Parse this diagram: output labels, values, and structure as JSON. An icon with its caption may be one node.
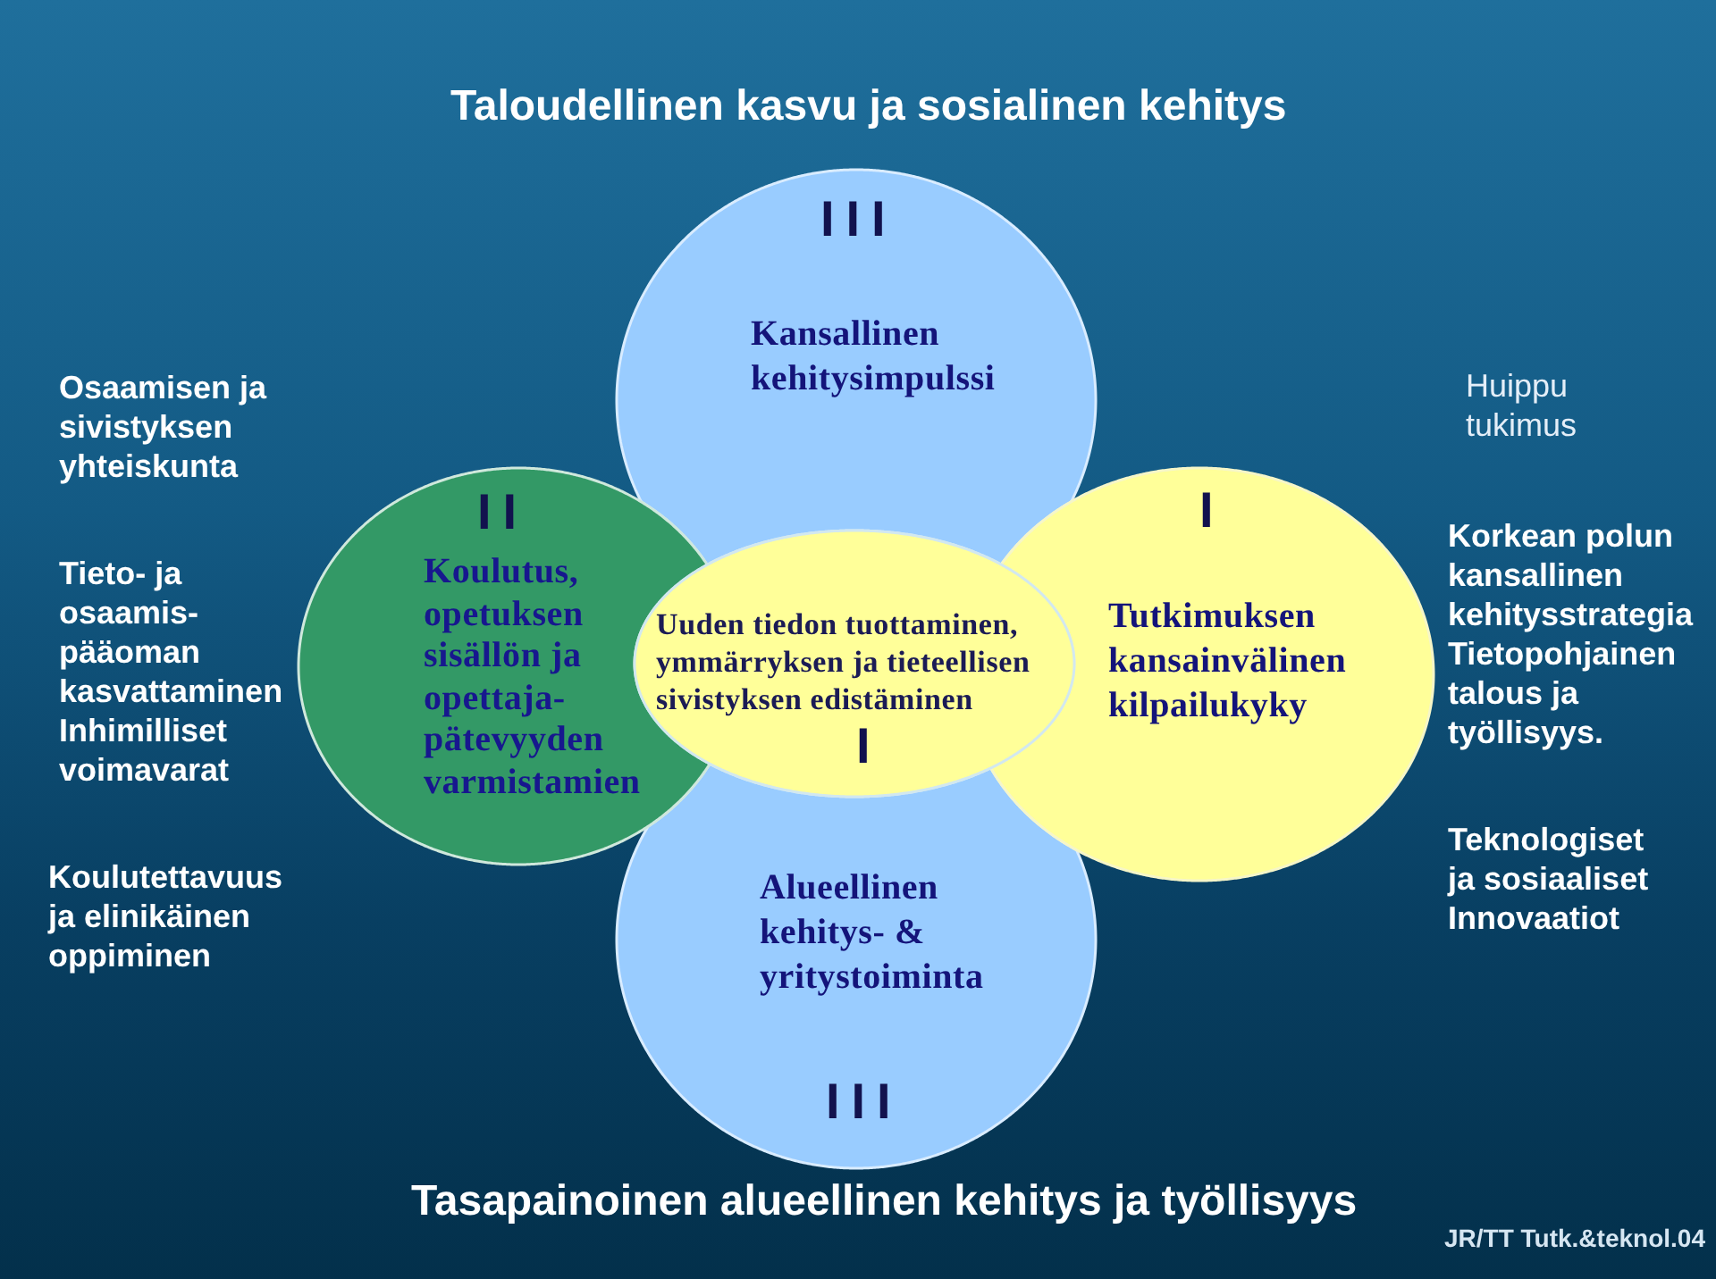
{
  "diagram": {
    "title": "Taloudellinen kasvu ja sosialinen kehitys",
    "nodes": [
      {
        "text": [
          "III",
          "Kansallinen kehitysimpulssi"
        ]
      },
      {
        "text": [
          "II",
          "Koulutus, opetuksen sisällön ja opettaja- pätevyyden varmistamien"
        ]
      },
      {
        "text": [
          "Uuden tiedon tuottaminen, ymmärryksen ja tieteellisen sivistyksen edistäminen",
          "I"
        ]
      },
      {
        "text": [
          "I",
          "Tutkimuksen kansainvälinen kilpailukyky"
        ]
      },
      {
        "text": [
          "Alueellinen kehitys- & yritystoiminta",
          "III"
        ]
      }
    ],
    "labels": [
      "Osaamisen ja sivistyksen yhteiskunta",
      "Tieto- ja osaamis- pääoman kasvattaminen",
      "Inhimilliset voimavarat",
      "Koulutettavuus ja elinikäinen oppiminen",
      "Huippu tukimus",
      "Korkean polun kansallinen kehitysstrategia",
      "Tietopohjainen talous ja työllisyys.",
      "Teknologiset ja sosiaaliset Innovaatiot",
      "Tasapainoinen alueellinen kehitys ja työllisyys",
      "JR/TT Tutk.&teknol.04"
    ]
  }
}
